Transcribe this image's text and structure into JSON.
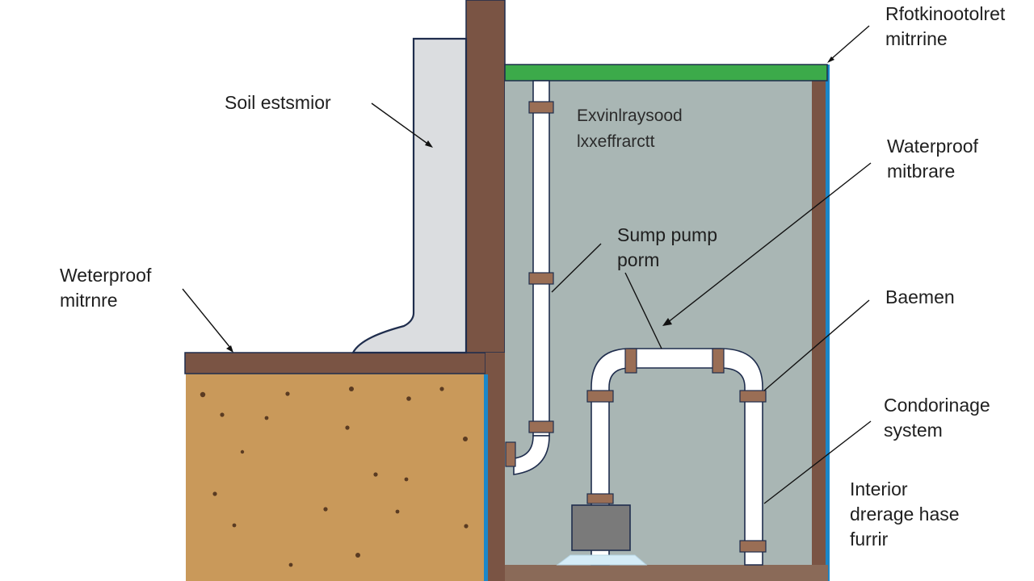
{
  "labels": {
    "top_right": {
      "line1": "Rfotkinootolret",
      "line2": "mitrrine"
    },
    "soil": {
      "line1": "Soil estsmior"
    },
    "waterproof_left": {
      "line1": "Weterproof",
      "line2": "mitrnre"
    },
    "interior_wall": {
      "line1": "Exvinlraysood",
      "line2": "lxxeffrarctt"
    },
    "sump_pump": {
      "line1": "Sump pump",
      "line2": "porm"
    },
    "waterproof_right": {
      "line1": "Waterproof",
      "line2": "mitbrare"
    },
    "basement": {
      "line1": "Baemen"
    },
    "drainage": {
      "line1": "Condorinage",
      "line2": "system"
    },
    "interior_drainage": {
      "line1": "Interior",
      "line2": "drerage hase",
      "line3": "furrir"
    }
  },
  "colors": {
    "soil": "#c9995a",
    "soil_specks": "#5a3b22",
    "wall_brown": "#7a5444",
    "basement_fill": "#a9b6b4",
    "membrane_blue": "#1b87c9",
    "grass_green": "#3caa4a",
    "pipe_white": "#ffffff",
    "coupling": "#9a6e55",
    "pump_gray": "#7a7a7a",
    "outline": "#1f2d4d"
  }
}
